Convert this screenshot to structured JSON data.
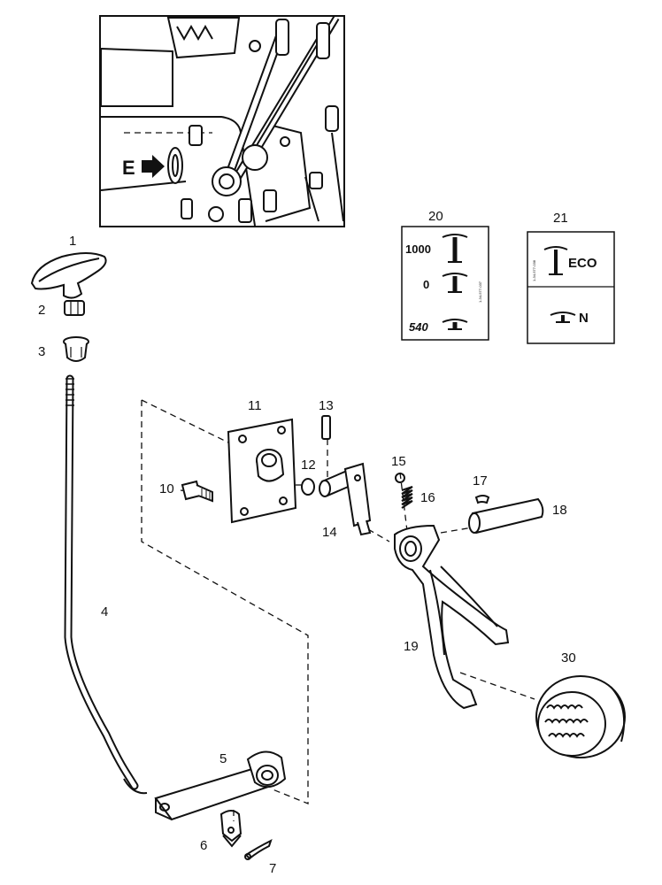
{
  "inset": {
    "arrow_letter": "E"
  },
  "callouts": {
    "c1": "1",
    "c2": "2",
    "c3": "3",
    "c4": "4",
    "c5": "5",
    "c6": "6",
    "c7": "7",
    "c10": "10",
    "c11": "11",
    "c12": "12",
    "c13": "13",
    "c14": "14",
    "c15": "15",
    "c16": "16",
    "c17": "17",
    "c18": "18",
    "c19": "19",
    "c20": "20",
    "c21": "21",
    "c30": "30"
  },
  "decal_20": {
    "labels": [
      "1000",
      "0",
      "540"
    ],
    "code": "1-34-577-037"
  },
  "decal_21": {
    "top_label": "ECO",
    "bottom_label": "N",
    "code": "1-34-577-038"
  }
}
